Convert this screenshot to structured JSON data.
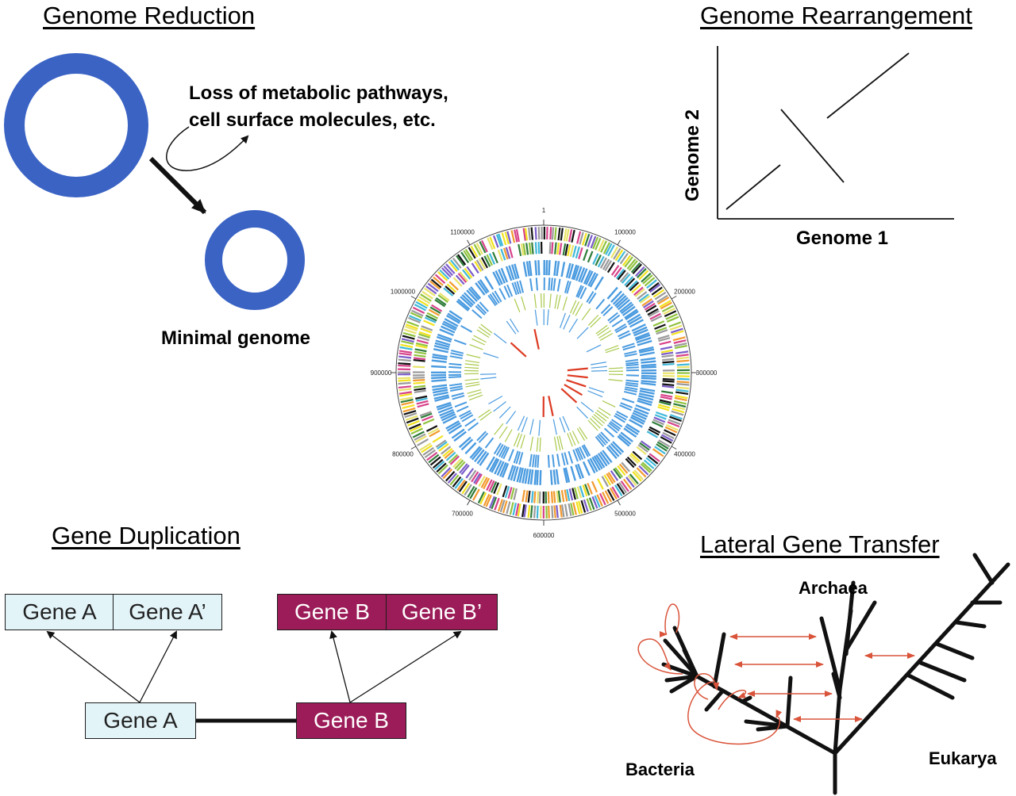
{
  "panels": {
    "genome_reduction": {
      "title": "Genome Reduction",
      "annotation_line1": "Loss of metabolic pathways,",
      "annotation_line2": "cell surface molecules, etc.",
      "minimal_label": "Minimal genome"
    },
    "genome_rearrangement": {
      "title": "Genome Rearrangement",
      "y_label": "Genome 2",
      "x_label": "Genome 1"
    },
    "gene_duplication": {
      "title": "Gene Duplication",
      "top_left": [
        "Gene A",
        "Gene A’"
      ],
      "top_right": [
        "Gene B",
        "Gene B’"
      ],
      "bottom_left": "Gene A",
      "bottom_right": "Gene B"
    },
    "lateral_gene_transfer": {
      "title": "Lateral Gene Transfer",
      "archaea": "Archaea",
      "bacteria": "Bacteria",
      "eukarya": "Eukarya"
    }
  },
  "circular_map": {
    "tick_labels": [
      "1",
      "100000",
      "200000",
      "300000",
      "400000",
      "500000",
      "600000",
      "700000",
      "800000",
      "900000",
      "1000000",
      "1100000"
    ]
  },
  "colors": {
    "genome_ring": "#3a63c4",
    "light_gene": "#e3f4f9",
    "dark_gene": "#9b1c58",
    "transfer_arrow": "#d9543a",
    "track_blue": "#4a9be0",
    "track_green": "#a9c94a",
    "track_red": "#dd3a22"
  }
}
